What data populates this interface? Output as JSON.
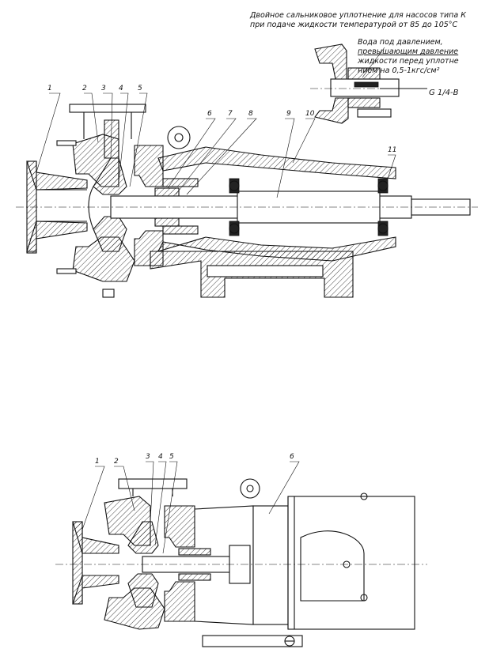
{
  "notes": {
    "title_line1": "Двойное сальниковое уплотнение для насосов типа К",
    "title_line2": "при подаче жидкости температурой от 85 до 105°C",
    "water_line1": "Вода под давлением,",
    "water_line2": "превышающим давление",
    "water_line3": "жидкости перед уплотне",
    "water_line4": "нием на 0,5-1кгс/см²",
    "thread": "G 1/4-B"
  },
  "top_drawing": {
    "labels": [
      "1",
      "2",
      "3",
      "4",
      "5",
      "6",
      "7",
      "8",
      "9",
      "10",
      "11"
    ]
  },
  "bottom_drawing": {
    "labels": [
      "1",
      "2",
      "3",
      "4",
      "5",
      "6"
    ]
  }
}
